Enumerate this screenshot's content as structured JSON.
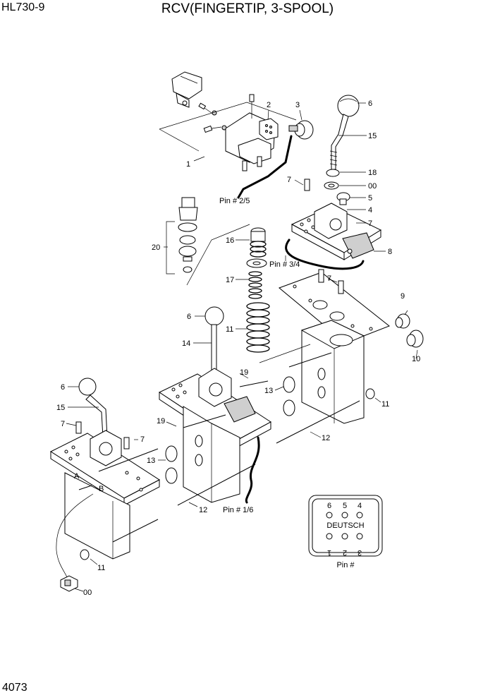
{
  "header": {
    "model": "HL730-9",
    "title": "RCV(FINGERTIP, 3-SPOOL)"
  },
  "page_number": "4073",
  "callouts": {
    "c1": "1",
    "c2": "2",
    "c3": "3",
    "c4": "4",
    "c5": "5",
    "c6_top": "6",
    "c6_mid": "6",
    "c6_left": "6",
    "c7_a": "7",
    "c7_b": "7",
    "c7_c": "7",
    "c7_d": "7",
    "c7_e": "7",
    "c8": "8",
    "c9": "9",
    "c10": "10",
    "c11_right": "11",
    "c11_mid": "11",
    "c11_left": "11",
    "c12_right": "12",
    "c12_left": "12",
    "c13_right": "13",
    "c13_left": "13",
    "c14": "14",
    "c15_top": "15",
    "c15_left": "15",
    "c16": "16",
    "c17": "17",
    "c18": "18",
    "c19_right": "19",
    "c19_left": "19",
    "c20": "20",
    "c00_top": "00",
    "c00_bottom": "00"
  },
  "pin_labels": {
    "pin_2_5": "Pin # 2/5",
    "pin_3_4": "Pin # 3/4",
    "pin_1_6": "Pin # 1/6"
  },
  "connector": {
    "top_pins": [
      "6",
      "5",
      "4"
    ],
    "name": "DEUTSCH",
    "bottom_pins": [
      "1",
      "2",
      "3"
    ],
    "caption": "Pin #"
  },
  "port_labels": {
    "port_a": "A",
    "port_b": "B"
  }
}
